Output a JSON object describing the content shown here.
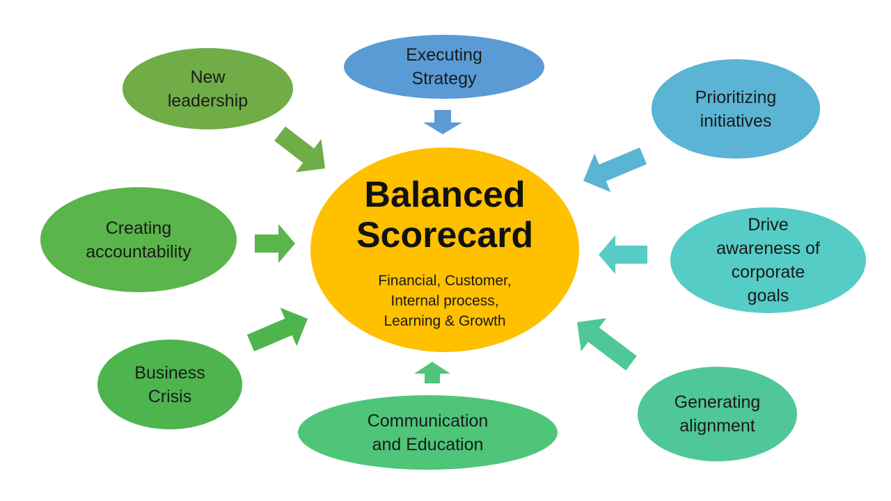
{
  "center": {
    "title": "Balanced\nScorecard",
    "subtitle": "Financial, Customer,\nInternal process,\nLearning & Growth",
    "color": "#FFC000"
  },
  "nodes": [
    {
      "id": "executing-strategy",
      "label": "Executing\nStrategy",
      "color": "#5B9BD5"
    },
    {
      "id": "new-leadership",
      "label": "New\nleadership",
      "color": "#70AD47"
    },
    {
      "id": "prioritizing-initiatives",
      "label": "Prioritizing\ninitiatives",
      "color": "#5BB4D4"
    },
    {
      "id": "creating-accountability",
      "label": "Creating\naccountability",
      "color": "#5AB54A"
    },
    {
      "id": "drive-awareness",
      "label": "Drive\nawareness of\ncorporate\ngoals",
      "color": "#56CCC6"
    },
    {
      "id": "business-crisis",
      "label": "Business\nCrisis",
      "color": "#4EB44E"
    },
    {
      "id": "communication-education",
      "label": "Communication\nand Education",
      "color": "#4FC57A"
    },
    {
      "id": "generating-alignment",
      "label": "Generating\nalignment",
      "color": "#4FC799"
    }
  ],
  "arrow_colors": {
    "executing-strategy": "#5B9BD5",
    "new-leadership": "#70AD47",
    "prioritizing-initiatives": "#5BB4D4",
    "creating-accountability": "#5AB54A",
    "drive-awareness": "#56CCC6",
    "business-crisis": "#4EB44E",
    "communication-education": "#4FC57A",
    "generating-alignment": "#4FC799"
  }
}
